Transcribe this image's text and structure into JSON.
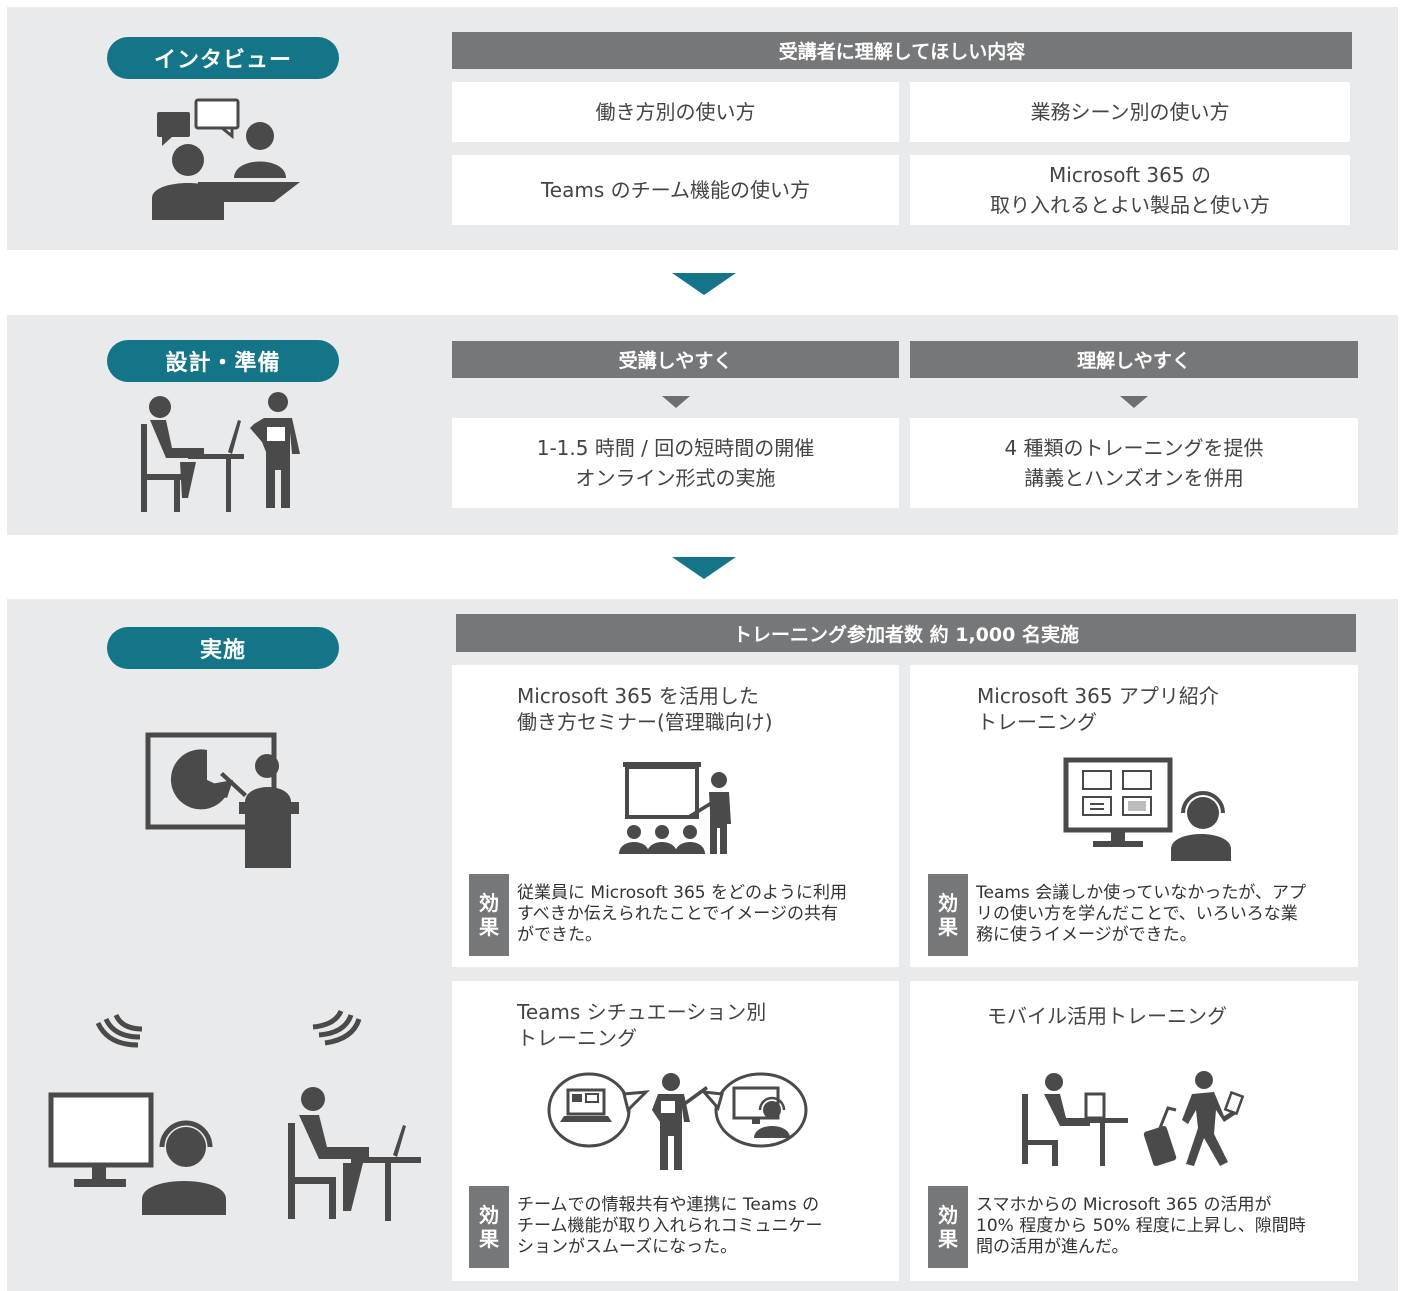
{
  "section1": {
    "label": "インタビュー",
    "header": "受講者に理解してほしい内容",
    "items": [
      "働き方別の使い方",
      "業務シーン別の使い方",
      "Teams のチーム機能の使い方",
      [
        "Microsoft 365 の",
        "取り入れるとよい製品と使い方"
      ]
    ]
  },
  "section2": {
    "label": "設計・準備",
    "columns": [
      {
        "header": "受講しやすく",
        "lines": [
          "1-1.5 時間 / 回の短時間の開催",
          "オンライン形式の実施"
        ]
      },
      {
        "header": "理解しやすく",
        "lines": [
          "4 種類のトレーニングを提供",
          "講義とハンズオンを併用"
        ]
      }
    ]
  },
  "section3": {
    "label": "実施",
    "header": "トレーニング参加者数 約 1,000 名実施",
    "badge": [
      "効",
      "果"
    ],
    "cards": [
      {
        "title": [
          "Microsoft 365 を活用した",
          "働き方セミナー(管理職向け)"
        ],
        "effect": [
          "従業員に Microsoft 365 をどのように利用",
          "すべきか伝えられたことでイメージの共有",
          "ができた。"
        ]
      },
      {
        "title": [
          "Microsoft 365 アプリ紹介",
          "トレーニング"
        ],
        "effect": [
          "Teams 会議しか使っていなかったが、アプ",
          "リの使い方を学んだことで、いろいろな業",
          "務に使うイメージができた。"
        ]
      },
      {
        "title": [
          "Teams シチュエーション別",
          "トレーニング"
        ],
        "effect": [
          "チームでの情報共有や連携に Teams の",
          "チーム機能が取り入れられコミュニケー",
          "ションがスムーズになった。"
        ]
      },
      {
        "title": [
          "モバイル活用トレーニング"
        ],
        "effect": [
          "スマホからの Microsoft 365 の活用が",
          "10% 程度から 50% 程度に上昇し、隙間時",
          "間の活用が進んだ。"
        ]
      }
    ]
  },
  "colors": {
    "accent": "#137587",
    "header_gray": "#767779",
    "panel": "#e9eaeb",
    "icon": "#4a4a4a"
  }
}
